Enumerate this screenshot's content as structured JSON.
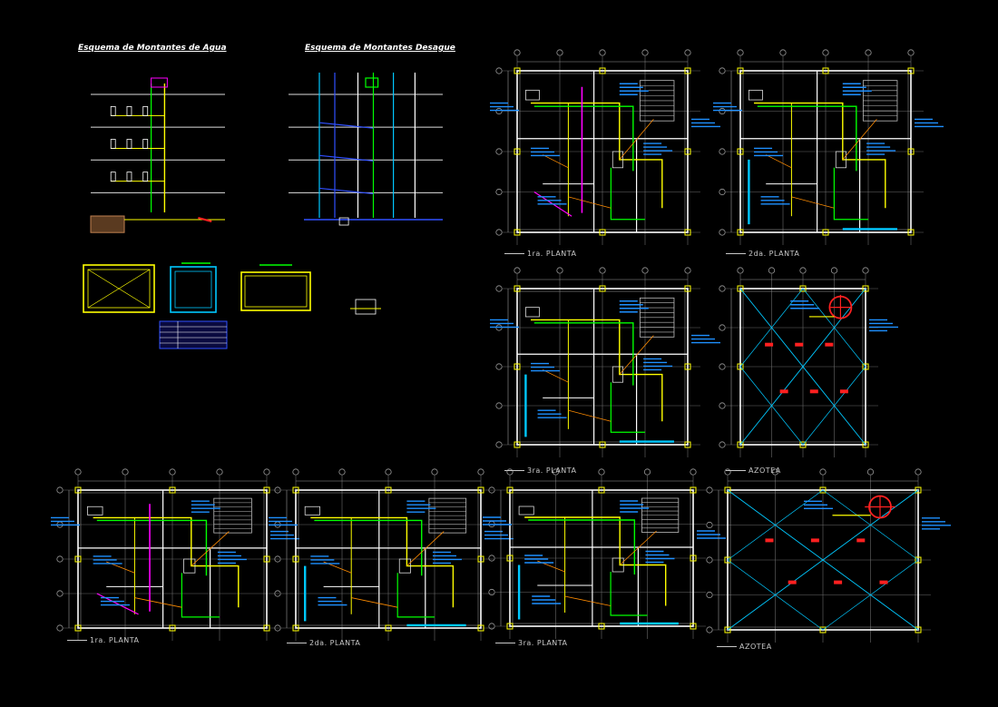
{
  "titles": {
    "water_risers": "Esquema de Montantes de Agua",
    "drain_risers": "Esquema de Montantes Desague"
  },
  "plans_top": {
    "p1": "1ra. PLANTA",
    "p2": "2da. PLANTA",
    "p3": "3ra. PLANTA",
    "roof": "AZOTEA"
  },
  "plans_bottom": {
    "p1": "1ra. PLANTA",
    "p2": "2da. PLANTA",
    "p3": "3ra. PLANTA",
    "roof": "AZOTEA"
  },
  "colors": {
    "background": "#000000",
    "wall": "#ffffff",
    "water": "#ffff00",
    "green": "#00ff00",
    "cyan": "#00c8ff",
    "magenta": "#ff00ff",
    "note": "#1e90ff",
    "leader": "#ff8c00",
    "red": "#ff2020",
    "blue": "#3050ff"
  }
}
